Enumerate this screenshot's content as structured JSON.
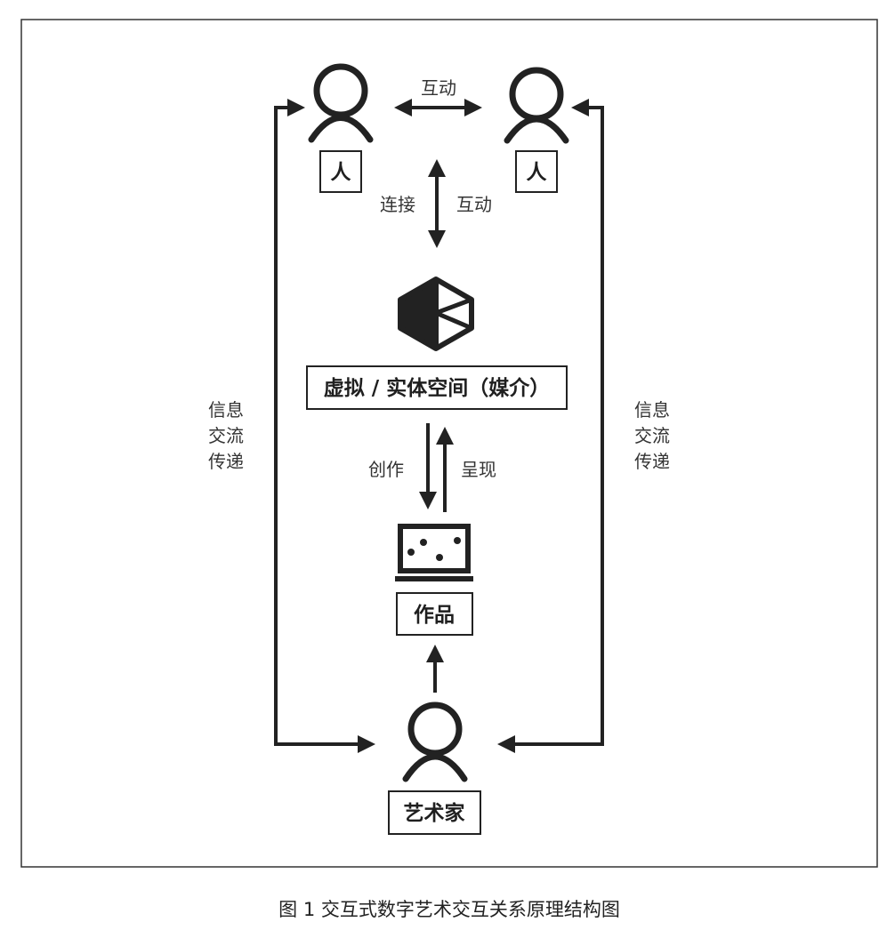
{
  "nodes": {
    "person_left": "人",
    "person_right": "人",
    "media": "虚拟 / 实体空间（媒介）",
    "work": "作品",
    "artist": "艺术家"
  },
  "edges": {
    "people_interact": "互动",
    "connect": "连接",
    "interact": "互动",
    "create": "创作",
    "present": "呈现",
    "info_left": [
      "信息",
      "交流",
      "传递"
    ],
    "info_right": [
      "信息",
      "交流",
      "传递"
    ]
  },
  "caption": "图 1 交互式数字艺术交互关系原理结构图"
}
